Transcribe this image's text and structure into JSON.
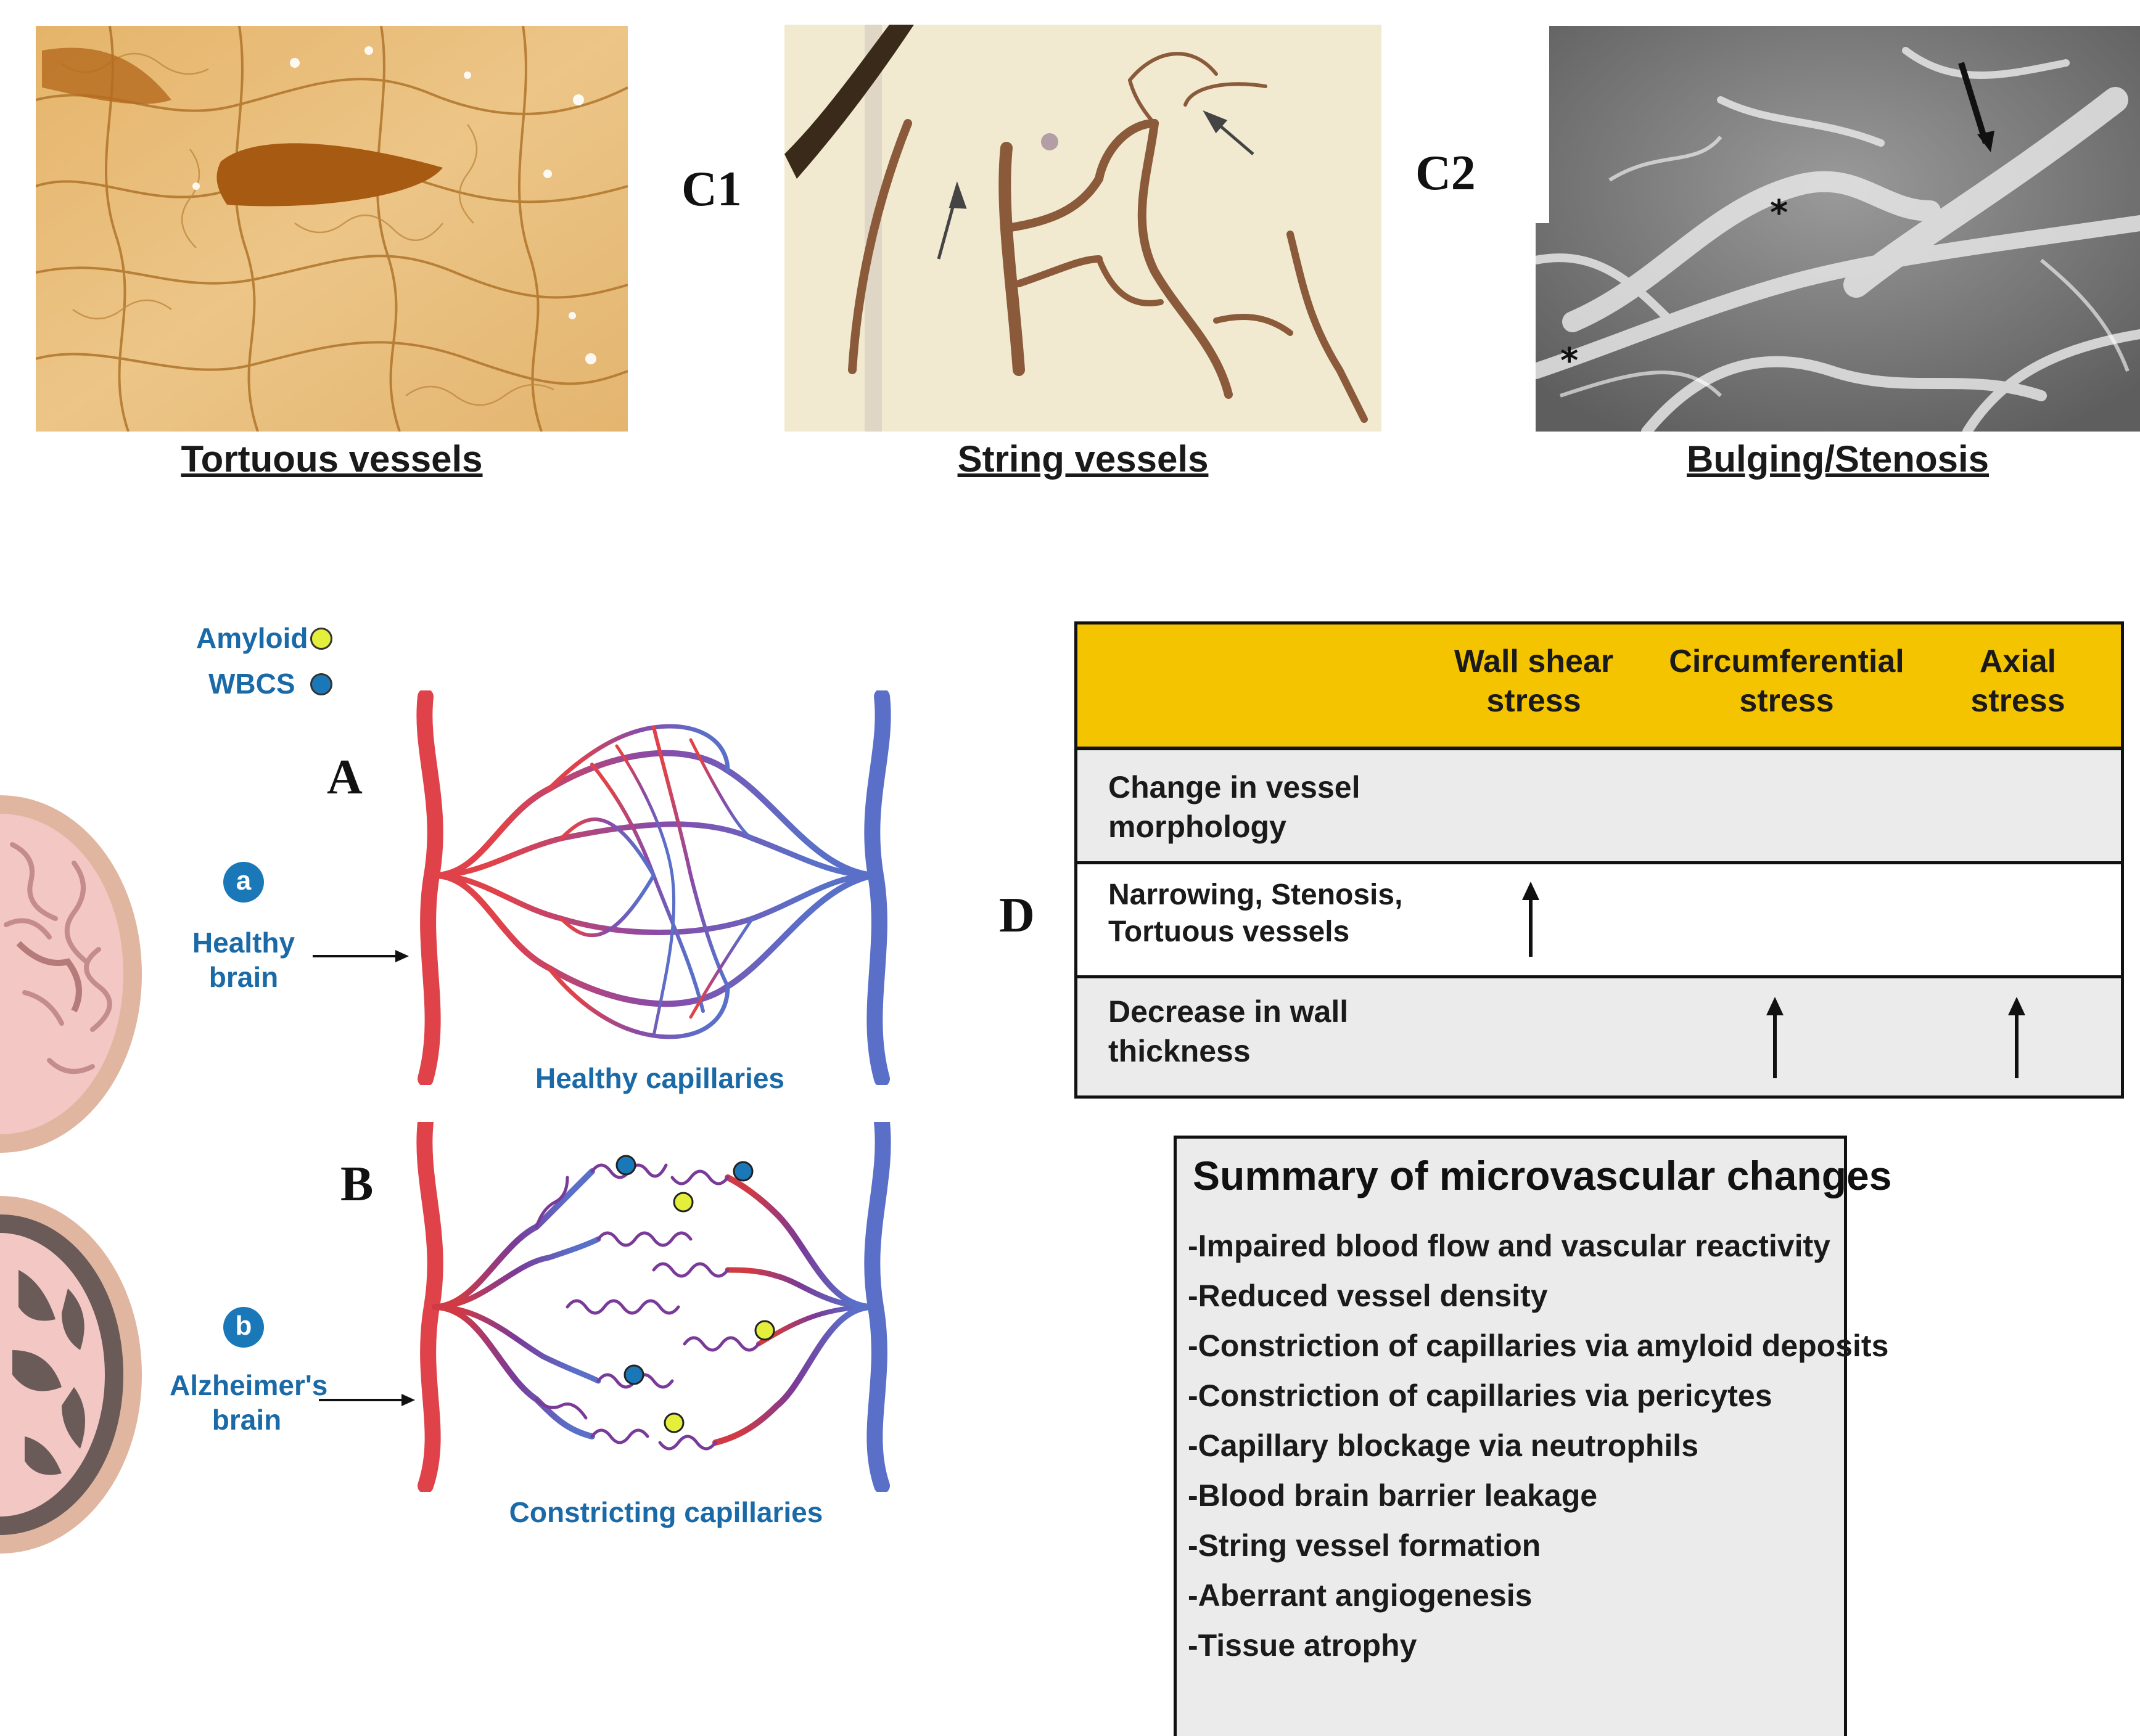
{
  "panels": {
    "c1": "C1",
    "c2": "C2",
    "a": "A",
    "b": "B",
    "d": "D"
  },
  "micrographs": [
    {
      "caption": "Tortuous vessels"
    },
    {
      "caption": "String vessels"
    },
    {
      "caption": "Bulging/Stenosis"
    }
  ],
  "legend": {
    "amyloid": "Amyloid",
    "wbcs": "WBCS",
    "amyloid_color": "#e3ef3a",
    "wbcs_color": "#1a78b8"
  },
  "brains": {
    "healthy_badge": "a",
    "healthy_line1": "Healthy",
    "healthy_line2": "brain",
    "alz_badge": "b",
    "alz_line1": "Alzheimer's",
    "alz_line2": "brain"
  },
  "capillaries": {
    "healthy_label": "Healthy capillaries",
    "constricting_label": "Constricting capillaries",
    "arterial_color": "#e0424a",
    "venous_color": "#5a6fc8"
  },
  "stress_table": {
    "header_color": "#f5c400",
    "columns": [
      {
        "line1": "Wall shear",
        "line2": "stress"
      },
      {
        "line1": "Circumferential",
        "line2": "stress"
      },
      {
        "line1": "Axial",
        "line2": "stress"
      }
    ],
    "rows": [
      {
        "line1": "Change in vessel",
        "line2": "morphology"
      },
      {
        "line1": "Narrowing, Stenosis,",
        "line2": "Tortuous vessels"
      },
      {
        "line1": "Decrease in wall",
        "line2": "thickness"
      }
    ]
  },
  "summary": {
    "title": "Summary of microvascular changes",
    "items": [
      "-Impaired blood flow and vascular reactivity",
      "-Reduced vessel density",
      "-Constriction of capillaries via amyloid deposits",
      "-Constriction of capillaries via pericytes",
      "-Capillary blockage via neutrophils",
      "-Blood brain barrier leakage",
      "-String vessel formation",
      "-Aberrant angiogenesis",
      "-Tissue atrophy"
    ]
  }
}
